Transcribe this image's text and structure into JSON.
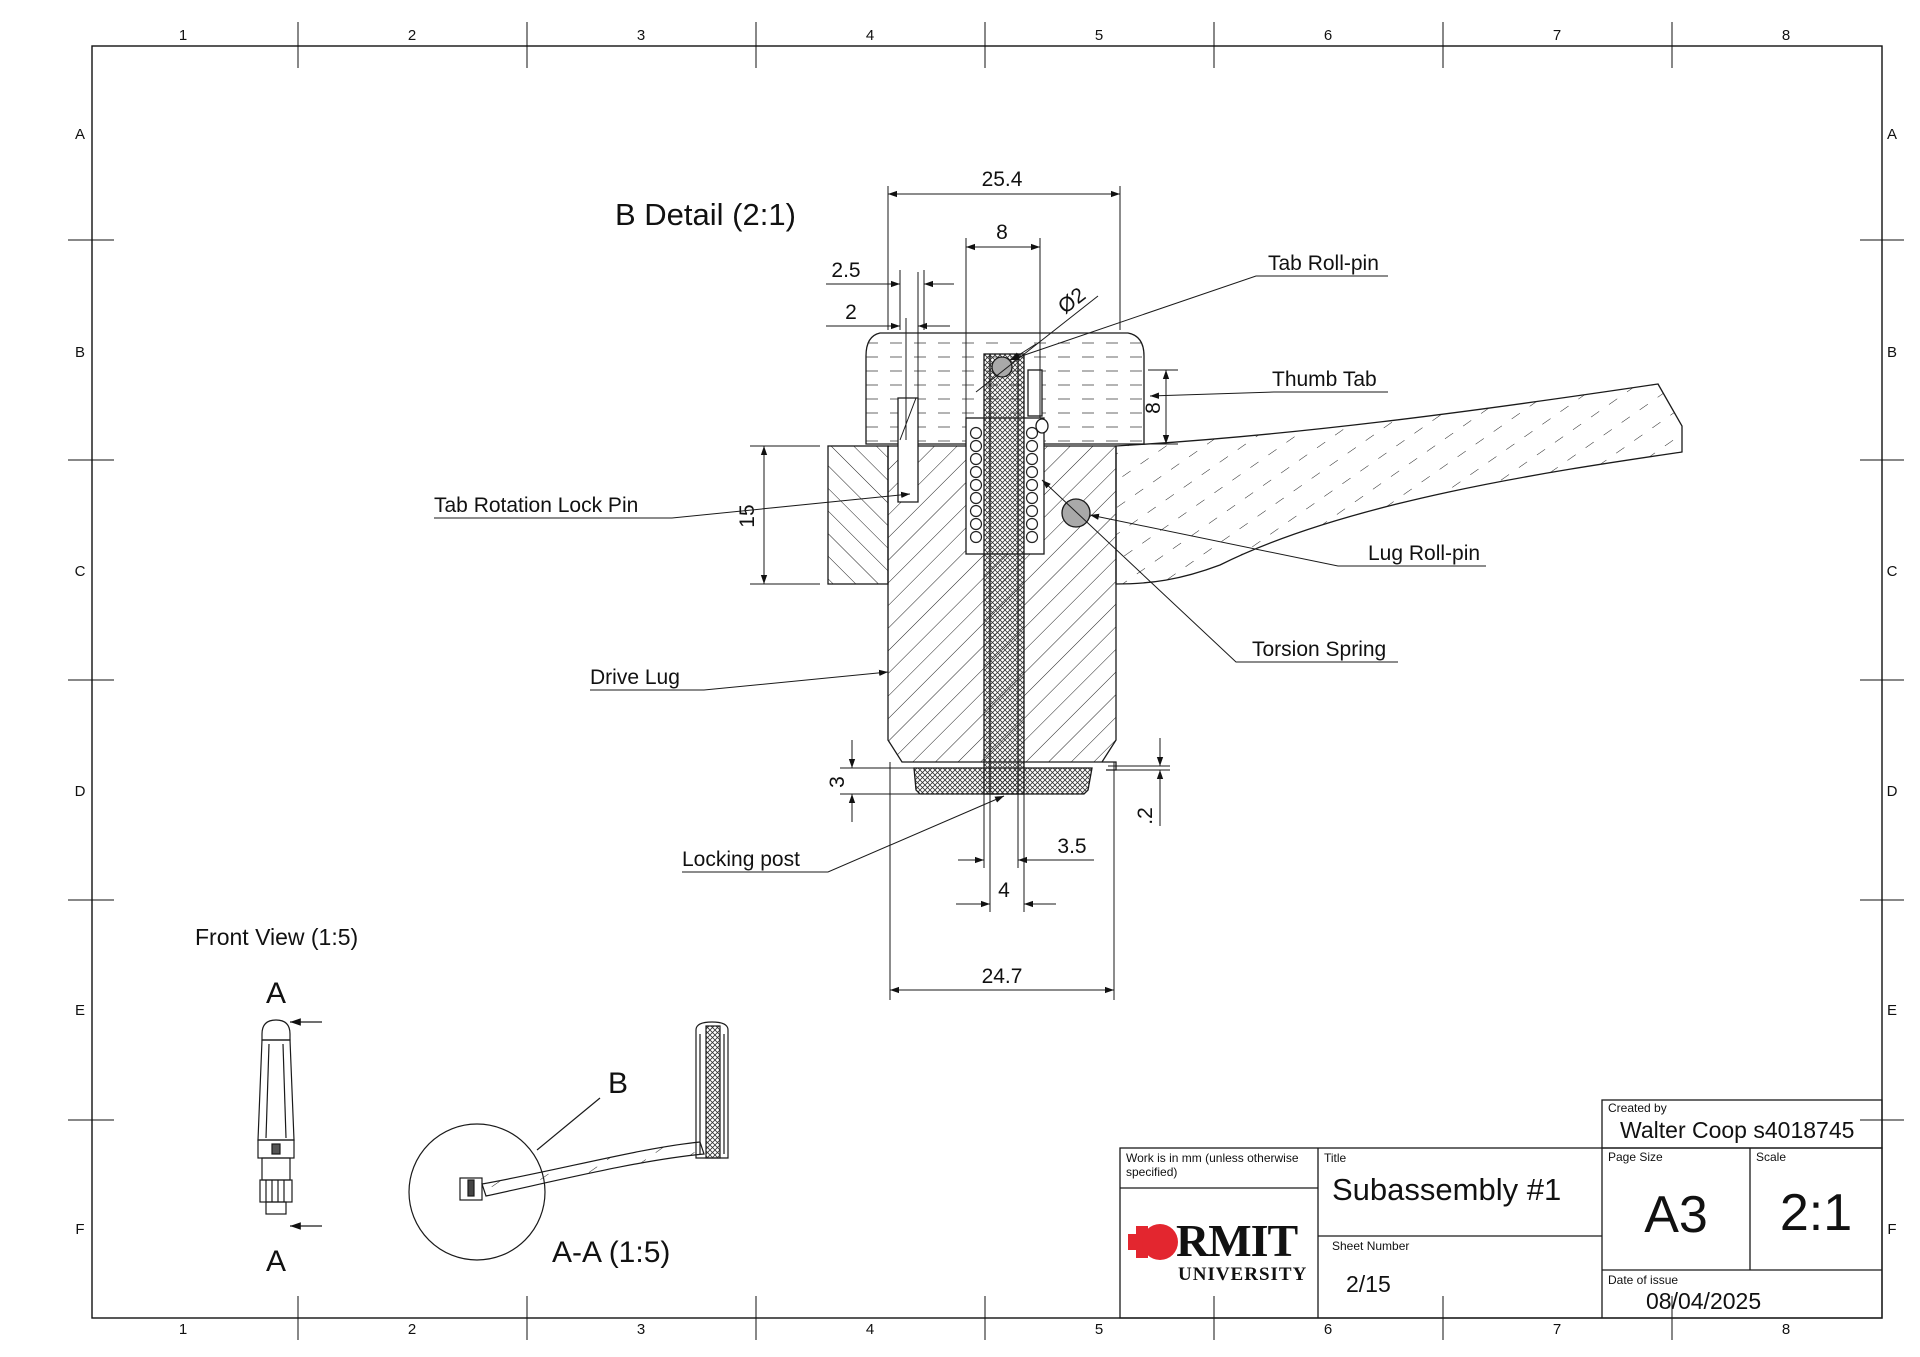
{
  "sheet": {
    "columns": [
      "1",
      "2",
      "3",
      "4",
      "5",
      "6",
      "7",
      "8"
    ],
    "rows": [
      "A",
      "B",
      "C",
      "D",
      "E",
      "F"
    ]
  },
  "detail": {
    "title": "B Detail (2:1)",
    "labels": {
      "tab_roll_pin": "Tab Roll-pin",
      "thumb_tab": "Thumb Tab",
      "tab_rotation_lock_pin": "Tab Rotation Lock Pin",
      "lug_roll_pin": "Lug Roll-pin",
      "torsion_spring": "Torsion Spring",
      "drive_lug": "Drive Lug",
      "locking_post": "Locking post"
    },
    "dimensions": {
      "d25_4": "25.4",
      "d8_top": "8",
      "d2_5": "2.5",
      "d2": "2",
      "dia2": "Ø2",
      "d8_side": "8",
      "d15": "15",
      "d3": "3",
      "d_2": ".2",
      "d3_5": "3.5",
      "d4": "4",
      "d24_7": "24.7"
    }
  },
  "front_view": {
    "title": "Front View (1:5)",
    "section_top": "A",
    "section_bottom": "A"
  },
  "section_view": {
    "detail_ref": "B",
    "title": "A-A (1:5)"
  },
  "title_block": {
    "created_by_label": "Created by",
    "created_by": "Walter Coop s4018745",
    "units_note": "Work is in mm (unless otherwise specified)",
    "title_label": "Title",
    "title": "Subassembly #1",
    "page_size_label": "Page Size",
    "page_size": "A3",
    "scale_label": "Scale",
    "scale": "2:1",
    "sheet_number_label": "Sheet Number",
    "sheet_number": "2/15",
    "date_label": "Date of issue",
    "date": "08/04/2025",
    "logo_word": "RMIT",
    "logo_sub": "UNIVERSITY"
  },
  "colors": {
    "line": "#1a1a1a",
    "logo_red": "#e3262f",
    "roll_pin_fill": "#a9a9a9"
  }
}
